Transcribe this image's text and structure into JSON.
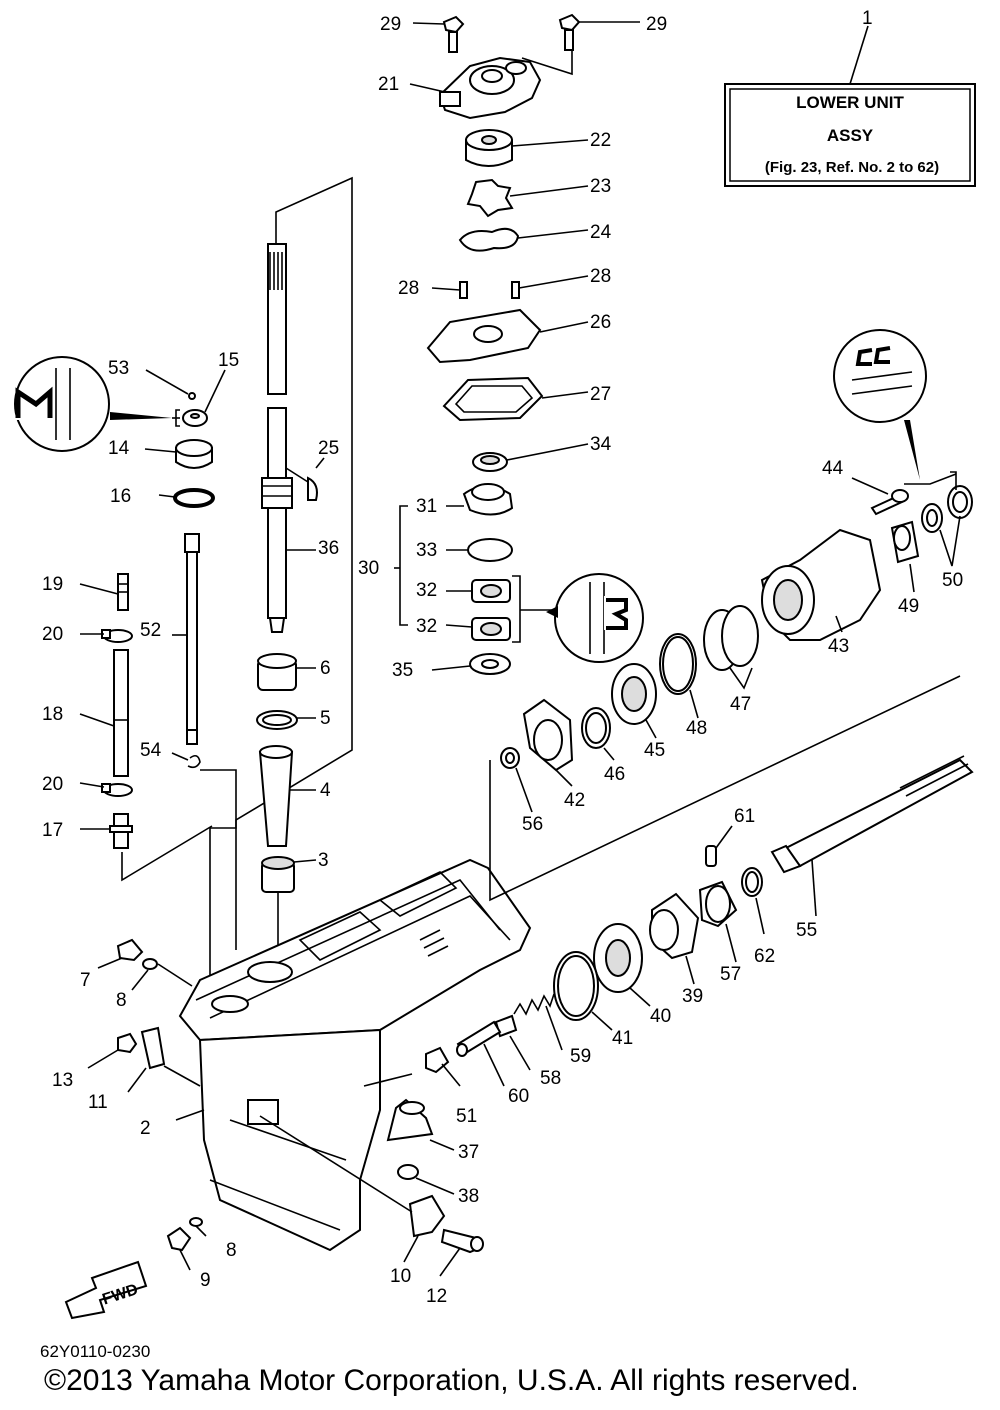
{
  "assembly_box": {
    "line1": "LOWER UNIT",
    "line2": "ASSY",
    "line3": "(Fig. 23, Ref. No. 2 to 62)"
  },
  "fwd_label": "FWD",
  "part_numbers": {
    "n1": "1",
    "n2": "2",
    "n3": "3",
    "n4": "4",
    "n5": "5",
    "n6": "6",
    "n7": "7",
    "n8a": "8",
    "n8b": "8",
    "n9": "9",
    "n10": "10",
    "n11": "11",
    "n12": "12",
    "n13": "13",
    "n14": "14",
    "n15": "15",
    "n16": "16",
    "n17": "17",
    "n18": "18",
    "n19": "19",
    "n20a": "20",
    "n20b": "20",
    "n21": "21",
    "n22": "22",
    "n23": "23",
    "n24": "24",
    "n25": "25",
    "n26": "26",
    "n27": "27",
    "n28a": "28",
    "n28b": "28",
    "n29a": "29",
    "n29b": "29",
    "n30": "30",
    "n31": "31",
    "n32a": "32",
    "n32b": "32",
    "n33": "33",
    "n34": "34",
    "n35": "35",
    "n36": "36",
    "n37": "37",
    "n38": "38",
    "n39": "39",
    "n40": "40",
    "n41": "41",
    "n42": "42",
    "n43": "43",
    "n44": "44",
    "n45": "45",
    "n46": "46",
    "n47": "47",
    "n48": "48",
    "n49": "49",
    "n50": "50",
    "n51": "51",
    "n52": "52",
    "n53": "53",
    "n54": "54",
    "n55": "55",
    "n56": "56",
    "n57": "57",
    "n58": "58",
    "n59": "59",
    "n60": "60",
    "n61": "61",
    "n62": "62"
  },
  "footer": {
    "drawing_code": "62Y0110-0230",
    "copyright": "©2013 Yamaha Motor Corporation, U.S.A. All rights reserved."
  }
}
